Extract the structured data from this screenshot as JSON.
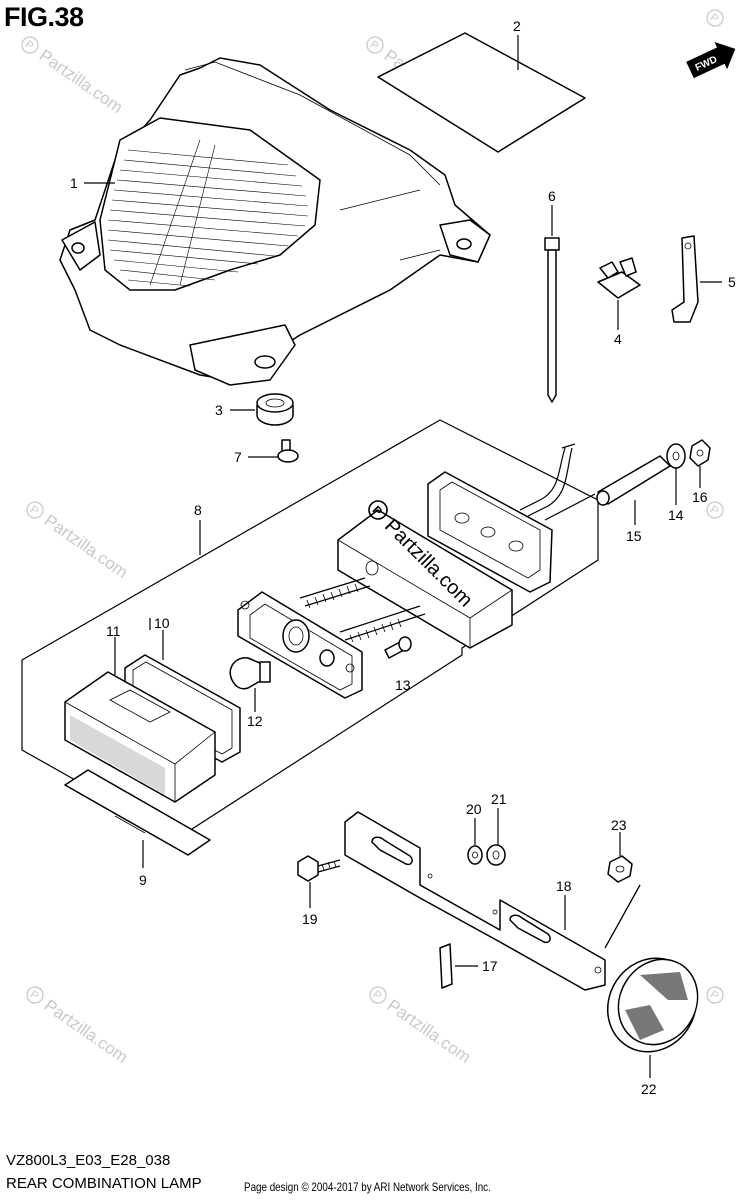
{
  "figure": {
    "title": "FIG.38"
  },
  "direction_badge": {
    "label": "FWD"
  },
  "callouts": [
    "1",
    "2",
    "3",
    "4",
    "5",
    "6",
    "7",
    "8",
    "9",
    "10",
    "11",
    "12",
    "13",
    "14",
    "15",
    "16",
    "17",
    "18",
    "19",
    "20",
    "21",
    "22",
    "23"
  ],
  "center_watermark": {
    "text": "Partzilla.com"
  },
  "corner_watermark": {
    "text": "Partzilla.com"
  },
  "footer": {
    "model_code": "VZ800L3_E03_E28_038",
    "caption": "REAR COMBINATION LAMP",
    "copyright": "Page design © 2004-2017 by ARI Network Services, Inc."
  }
}
